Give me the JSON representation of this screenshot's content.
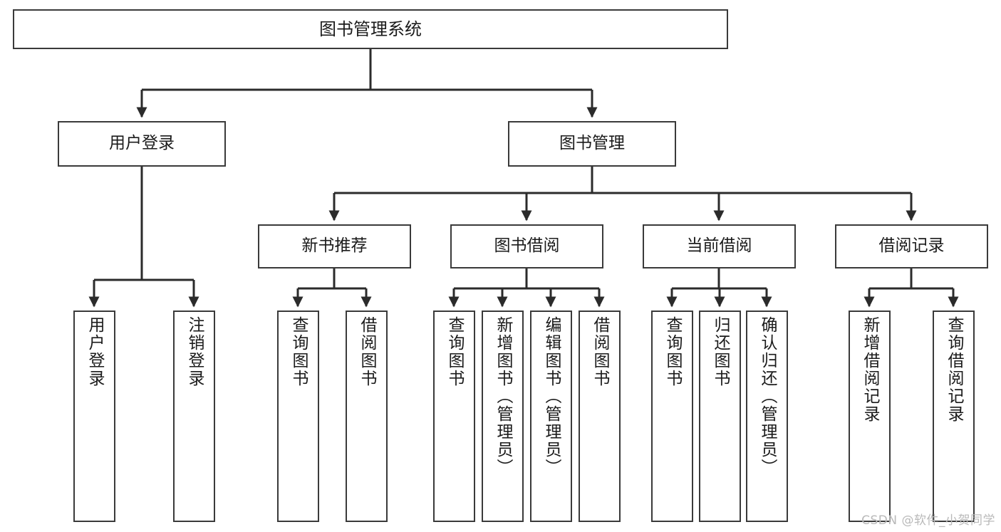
{
  "diagram": {
    "title": "图书管理系统",
    "type": "tree",
    "watermark": "CSDN @软件_小贺同学",
    "colors": {
      "box_border": "#3a3a3a",
      "box_fill": "#ffffff",
      "edge": "#2b2b2b",
      "text": "#1b1b1b",
      "watermark": "#b9b9b9",
      "background": "#ffffff"
    },
    "levels": {
      "root": "图书管理系统",
      "level2": [
        "用户登录",
        "图书管理"
      ],
      "level3": [
        "新书推荐",
        "图书借阅",
        "当前借阅",
        "借阅记录"
      ]
    },
    "nodes": {
      "root": {
        "label": "图书管理系统"
      },
      "user_login": {
        "label": "用户登录"
      },
      "book_manage": {
        "label": "图书管理"
      },
      "new_book_rec": {
        "label": "新书推荐"
      },
      "book_borrow": {
        "label": "图书借阅"
      },
      "current_borrow": {
        "label": "当前借阅"
      },
      "borrow_record": {
        "label": "借阅记录"
      },
      "leaf_user_login": {
        "label": "用户登录"
      },
      "leaf_logout": {
        "label": "注销登录"
      },
      "leaf_query_book_a": {
        "label": "查询图书"
      },
      "leaf_borrow_book_a": {
        "label": "借阅图书"
      },
      "leaf_query_book_b": {
        "label": "查询图书"
      },
      "leaf_add_book": {
        "label": "新增图书（管理员）"
      },
      "leaf_edit_book": {
        "label": "编辑图书（管理员）"
      },
      "leaf_borrow_book_b": {
        "label": "借阅图书"
      },
      "leaf_query_book_c": {
        "label": "查询图书"
      },
      "leaf_return_book": {
        "label": "归还图书"
      },
      "leaf_confirm_return": {
        "label": "确认归还（管理员）"
      },
      "leaf_add_record": {
        "label": "新增借阅记录"
      },
      "leaf_query_record": {
        "label": "查询借阅记录"
      }
    },
    "edges": [
      {
        "from": "root",
        "to": "user_login"
      },
      {
        "from": "root",
        "to": "book_manage"
      },
      {
        "from": "user_login",
        "to": "leaf_user_login"
      },
      {
        "from": "user_login",
        "to": "leaf_logout"
      },
      {
        "from": "book_manage",
        "to": "new_book_rec"
      },
      {
        "from": "book_manage",
        "to": "book_borrow"
      },
      {
        "from": "book_manage",
        "to": "current_borrow"
      },
      {
        "from": "book_manage",
        "to": "borrow_record"
      },
      {
        "from": "new_book_rec",
        "to": "leaf_query_book_a"
      },
      {
        "from": "new_book_rec",
        "to": "leaf_borrow_book_a"
      },
      {
        "from": "book_borrow",
        "to": "leaf_query_book_b"
      },
      {
        "from": "book_borrow",
        "to": "leaf_add_book"
      },
      {
        "from": "book_borrow",
        "to": "leaf_edit_book"
      },
      {
        "from": "book_borrow",
        "to": "leaf_borrow_book_b"
      },
      {
        "from": "current_borrow",
        "to": "leaf_query_book_c"
      },
      {
        "from": "current_borrow",
        "to": "leaf_return_book"
      },
      {
        "from": "current_borrow",
        "to": "leaf_confirm_return"
      },
      {
        "from": "borrow_record",
        "to": "leaf_add_record"
      },
      {
        "from": "borrow_record",
        "to": "leaf_query_record"
      }
    ]
  }
}
